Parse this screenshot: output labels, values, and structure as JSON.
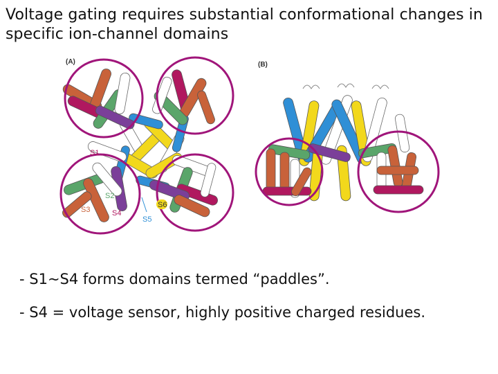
{
  "slide": {
    "title": "Voltage gating requires substantial conformational changes in specific ion-channel domains",
    "bullets": [
      "- S1~S4 forms domains termed “paddles”.",
      "- S4 = voltage sensor, highly positive charged residues."
    ]
  },
  "figure": {
    "panel_a_label": "(A)",
    "panel_b_label": "(B)",
    "segment_labels": {
      "s1": "S1",
      "s2": "S2",
      "s3": "S3",
      "s4": "S4",
      "s5": "S5",
      "s6": "S6"
    },
    "colors": {
      "circle": "#a0157a",
      "s1": "#5aa56a",
      "s2": "#7b3f99",
      "s3": "#c8623a",
      "s4": "#b0185f",
      "s5": "#2f8fd6",
      "s6": "#f2d81c",
      "pore": "#e9e9e9"
    }
  }
}
